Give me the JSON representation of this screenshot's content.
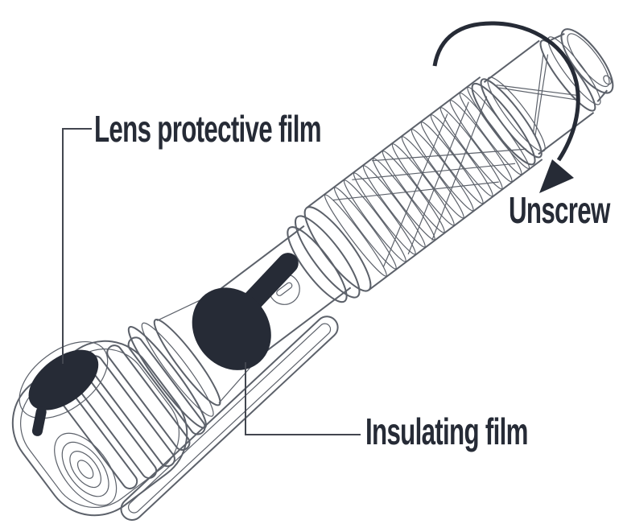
{
  "figure": {
    "type": "flashlight-disassembly-diagram",
    "labels": {
      "lens_film": "Lens protective film",
      "insulating_film": "Insulating film",
      "unscrew": "Unscrew"
    },
    "icons": {
      "unscrew_arrow": "curved-rotation-arrow",
      "battery_polarity": "minus-terminal-mark"
    },
    "colors": {
      "background": "#ffffff",
      "line": "#5c616a",
      "leader": "#42464f",
      "ink": "#262b36"
    }
  }
}
